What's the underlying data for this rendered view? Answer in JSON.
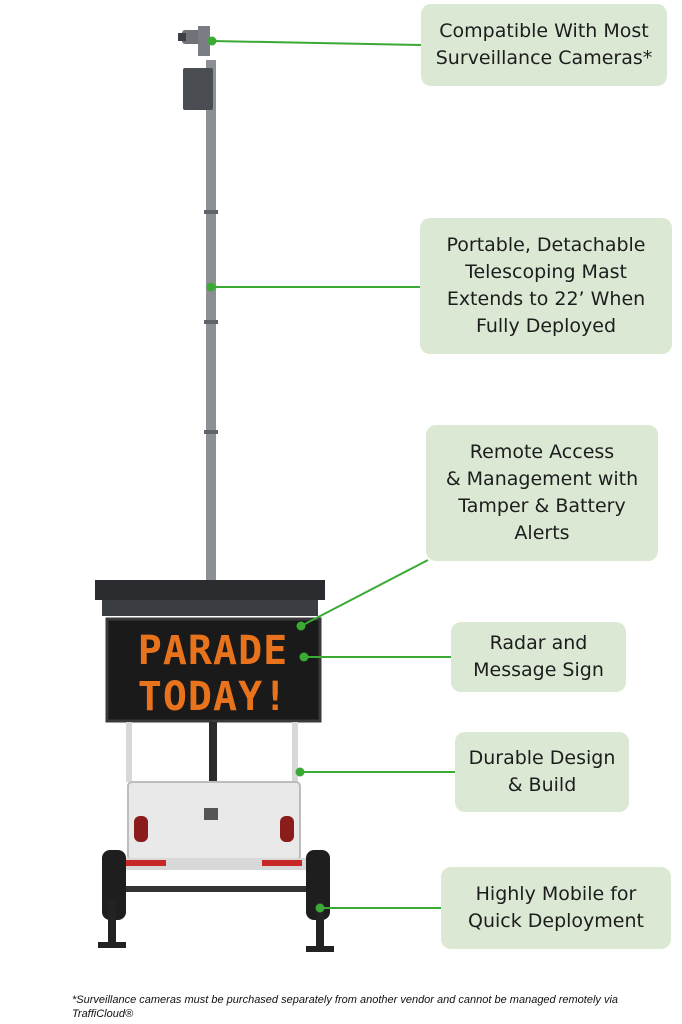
{
  "callouts": [
    {
      "text": "Compatible With Most\nSurveillance Cameras*"
    },
    {
      "text": "Portable, Detachable\nTelescoping Mast\nExtends to 22’ When\nFully Deployed"
    },
    {
      "text": "Remote Access\n& Management with\nTamper & Battery\nAlerts"
    },
    {
      "text": "Radar and\nMessage Sign"
    },
    {
      "text": "Durable Design\n& Build"
    },
    {
      "text": "Highly Mobile for\nQuick Deployment"
    }
  ],
  "sign": {
    "line1": "PARADE",
    "line2": "TODAY!"
  },
  "footnote": "*Surveillance cameras must be purchased separately from another vendor and cannot be managed remotely via TraffiCloud®",
  "colors": {
    "callout_bg": "#dbe8d3",
    "leader_line": "#3aaa35",
    "sign_text": "#e8731c",
    "sign_bg": "#1a1a1a"
  }
}
